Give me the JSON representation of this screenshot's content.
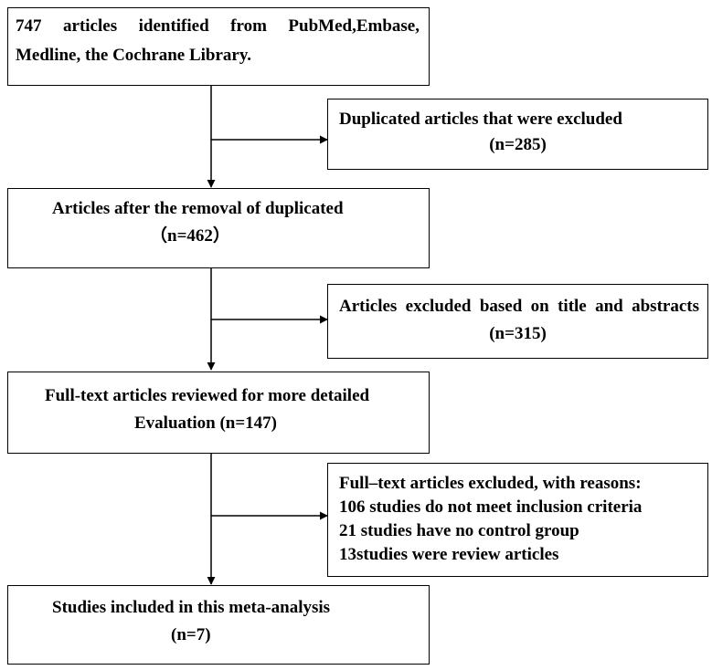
{
  "flowchart": {
    "identified": {
      "line1": "747 articles identified from PubMed,Embase,",
      "line2": "Medline, the Cochrane Library."
    },
    "duplicates": {
      "line1": "Duplicated articles that were excluded",
      "line2": "(n=285)"
    },
    "after_dedup": {
      "line1": "Articles after the removal of duplicated",
      "line2": "（n=462）"
    },
    "title_abstract_excluded": {
      "line1": "Articles excluded based on title and abstracts",
      "line2": "(n=315)"
    },
    "full_text_reviewed": {
      "line1": "Full-text articles reviewed for more detailed",
      "line2": "Evaluation (n=147)"
    },
    "full_text_excluded": {
      "line1": "Full–text articles excluded, with reasons:",
      "line2": "106 studies do not meet inclusion criteria",
      "line3": "21 studies have no control group",
      "line4": "13studies were review articles"
    },
    "included": {
      "line1": "Studies included in this meta-analysis",
      "line2": "(n=7)"
    }
  }
}
